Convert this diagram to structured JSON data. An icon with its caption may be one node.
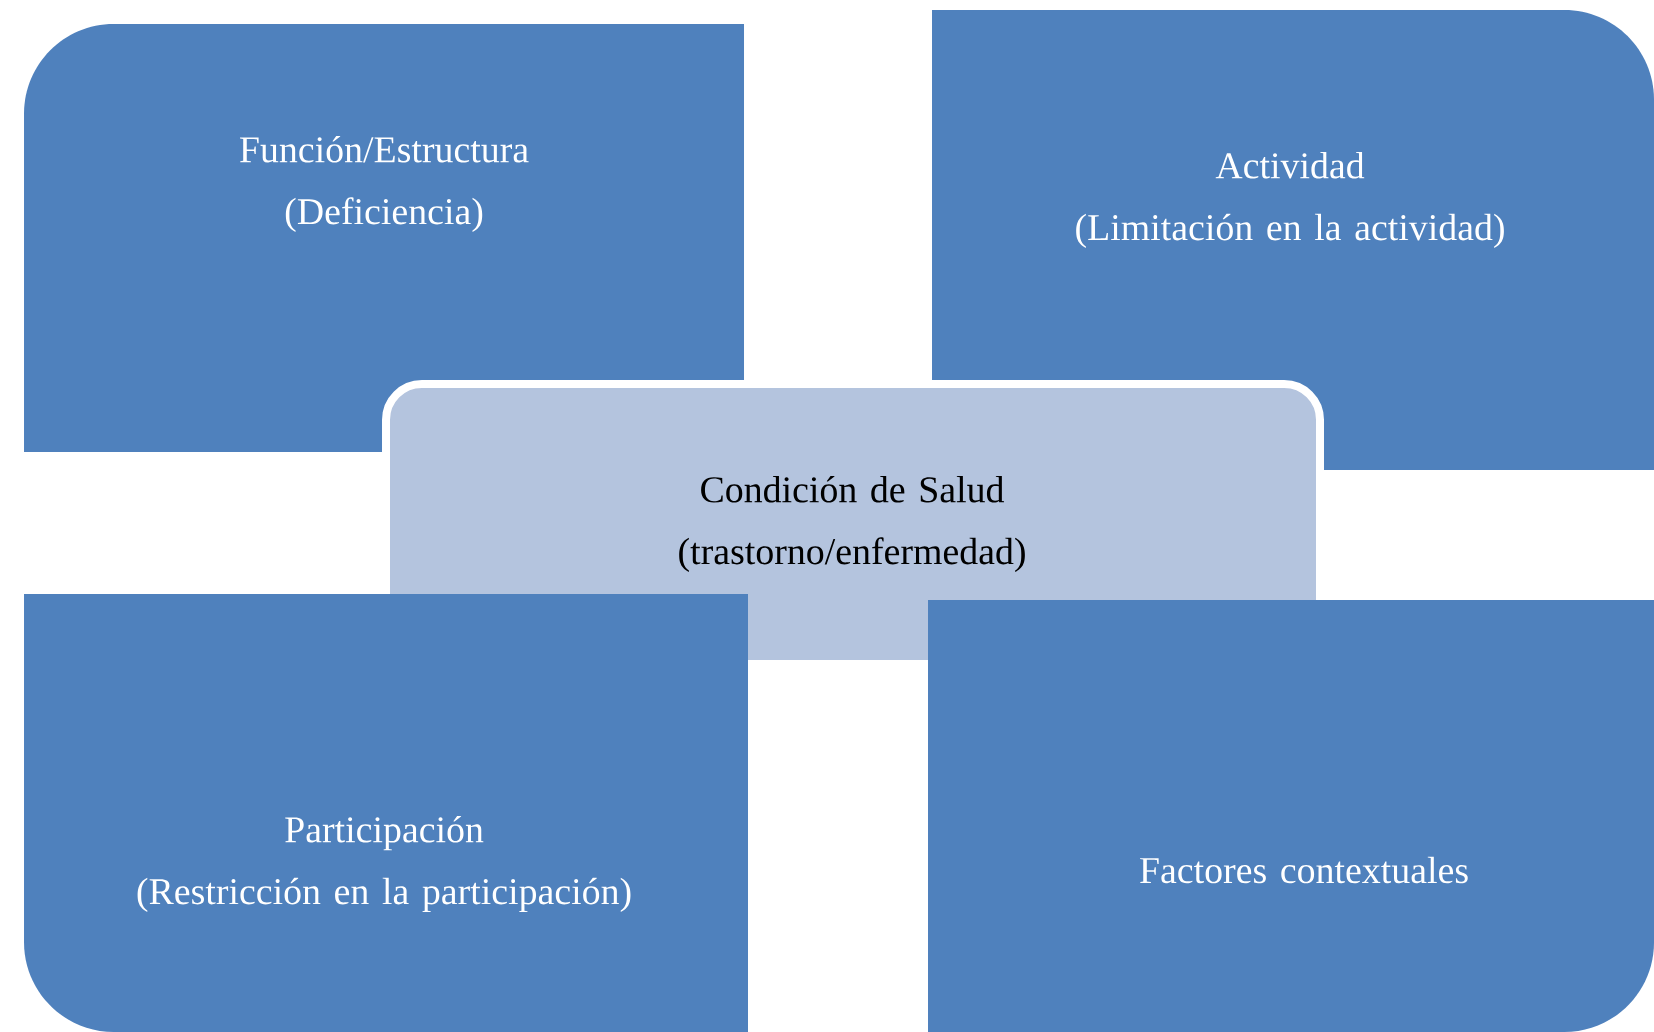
{
  "diagram": {
    "nodes": [
      {
        "text": [
          "Función/Estructura",
          "(Deficiencia)"
        ]
      },
      {
        "text": [
          "Actividad",
          "(Limitación en la actividad)"
        ]
      },
      {
        "text": [
          "Condición de Salud",
          "(trastorno/enfermedad)"
        ]
      },
      {
        "text": [
          "Participación",
          "(Restricción en la participación)"
        ]
      },
      {
        "text": [
          "Factores contextuales"
        ]
      }
    ]
  }
}
